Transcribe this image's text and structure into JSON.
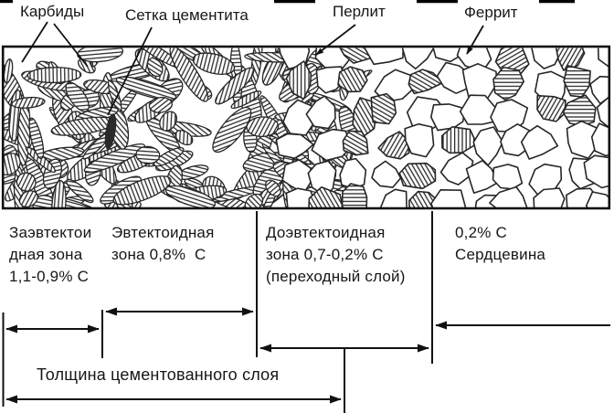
{
  "colors": {
    "ink": "#161616",
    "paper": "#ffffff"
  },
  "micrograph_labels": {
    "carbides": "Карбиды",
    "cementite_network": "Сетка цементита",
    "pearlite": "Перлит",
    "ferrite": "Феррит"
  },
  "zones": [
    {
      "lines": [
        "Заэвтектои",
        "дная зона",
        "1,1-0,9% С"
      ]
    },
    {
      "lines": [
        "Эвтектоидная",
        "зона 0,8%  С"
      ]
    },
    {
      "lines": [
        "Доэвтектоидная",
        "зона 0,7-0,2% С",
        "(переходный слой)"
      ]
    },
    {
      "lines": [
        "0,2% С",
        "Сердцевина"
      ]
    }
  ],
  "thickness_label": "Толщина цементованного слоя"
}
